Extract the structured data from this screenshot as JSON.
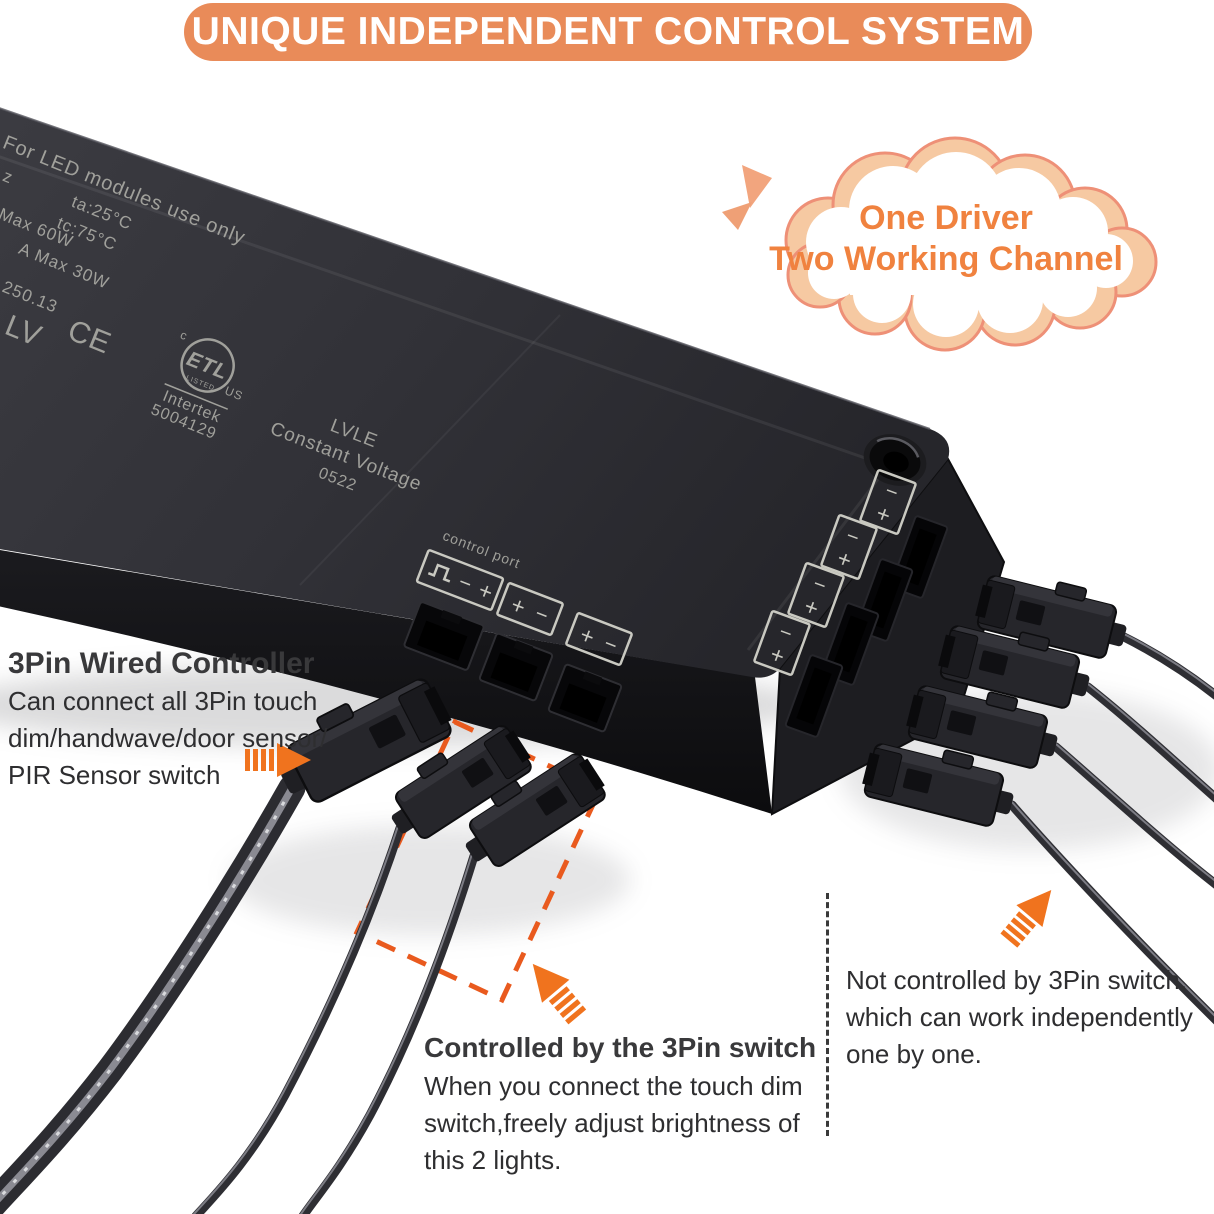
{
  "banner": {
    "title": "UNIQUE INDEPENDENT CONTROL SYSTEM"
  },
  "bubble": {
    "line1": "One Driver",
    "line2": "Two Working Channel"
  },
  "device": {
    "engravings": {
      "use_note": "For LED modules use only",
      "hz_partial": "z",
      "ta": "ta:25°C",
      "tc": "tc:75°C",
      "max60": "Max 60W",
      "max30": "A Max 30W",
      "model_partial": "250.13",
      "lv": "LV",
      "ce": "CE",
      "etl": "ETL",
      "etl_c": "c",
      "etl_us": "US",
      "etl_listed": "LISTED",
      "intertek": "Intertek",
      "intertek_no": "5004129",
      "series": "LVLE",
      "type": "Constant Voltage",
      "date_code": "0522",
      "control_port": "control port"
    },
    "symbols": {
      "minus": "−",
      "plus": "+"
    }
  },
  "annotations": {
    "left": {
      "title": "3Pin Wired Controller",
      "lines": [
        "Can connect all 3Pin touch",
        "dim/handwave/door sensor/",
        "PIR Sensor switch"
      ]
    },
    "bottom": {
      "title": "Controlled by the 3Pin switch",
      "lines": [
        "When you connect the touch dim",
        "switch,freely adjust brightness of",
        "this 2 lights."
      ]
    },
    "right": {
      "lines": [
        "Not controlled by 3Pin switch,",
        "which can work independently",
        "one by one."
      ]
    }
  },
  "colors": {
    "banner_bg": "#E98B59",
    "bubble_text": "#F0823F",
    "bubble_border": "#EE9077",
    "bubble_hatch": "#F6C9A2",
    "arrow": "#F0731E",
    "dashed_box": "#E95A1E",
    "device_top": "#323238",
    "device_side": "#141417",
    "engraving": "#B3B3AC"
  }
}
